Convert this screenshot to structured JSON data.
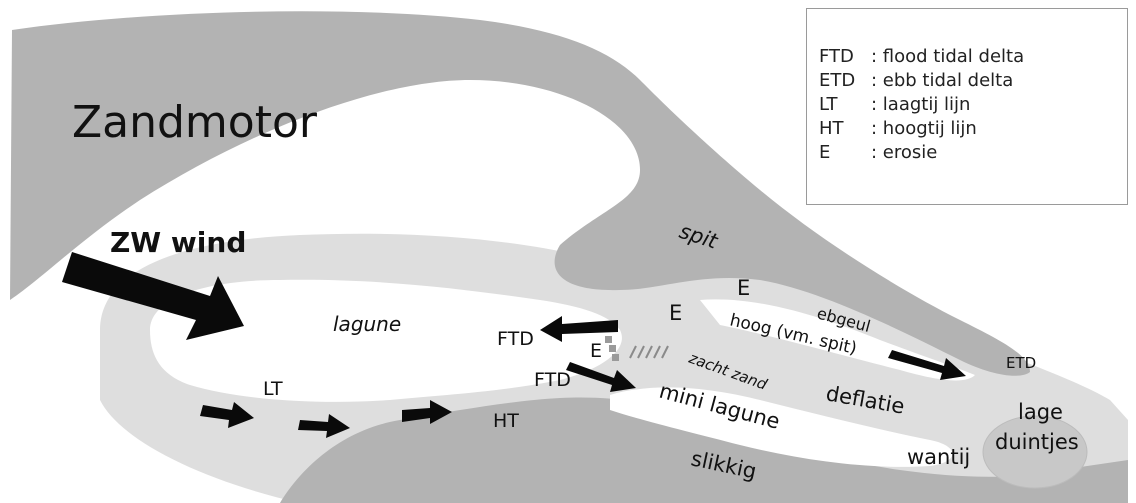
{
  "title": "Zandmotor",
  "wind_label": "ZW wind",
  "legend": [
    {
      "code": "FTD",
      "description": ": flood tidal delta"
    },
    {
      "code": "ETD",
      "description": " : ebb tidal delta"
    },
    {
      "code": "LT",
      "description": ": laagtij lijn"
    },
    {
      "code": "HT",
      "description": ": hoogtij lijn"
    },
    {
      "code": "E",
      "description": ": erosie"
    }
  ],
  "labels": {
    "spit": "spit",
    "lagune": "lagune",
    "e1": "E",
    "e2": "E",
    "e3": "E",
    "ftd1": "FTD",
    "ftd2": "FTD",
    "hoog": "hoog (vm. spit)",
    "ebgeul": "ebgeul",
    "zacht_zand": "zacht zand",
    "etd": "ETD",
    "lt": "LT",
    "ht": "HT",
    "mini_lagune": "mini lagune",
    "deflatie": "deflatie",
    "lage": "lage",
    "duintjes": "duintjes",
    "wantij": "wantij",
    "slikkig": "slikkig"
  },
  "colors": {
    "dark_sand": "#b3b3b3",
    "light_beach": "#dedede",
    "lagoon": "#ffffff",
    "arrow": "#0a0a0a",
    "dune": "#c8c8c8"
  }
}
